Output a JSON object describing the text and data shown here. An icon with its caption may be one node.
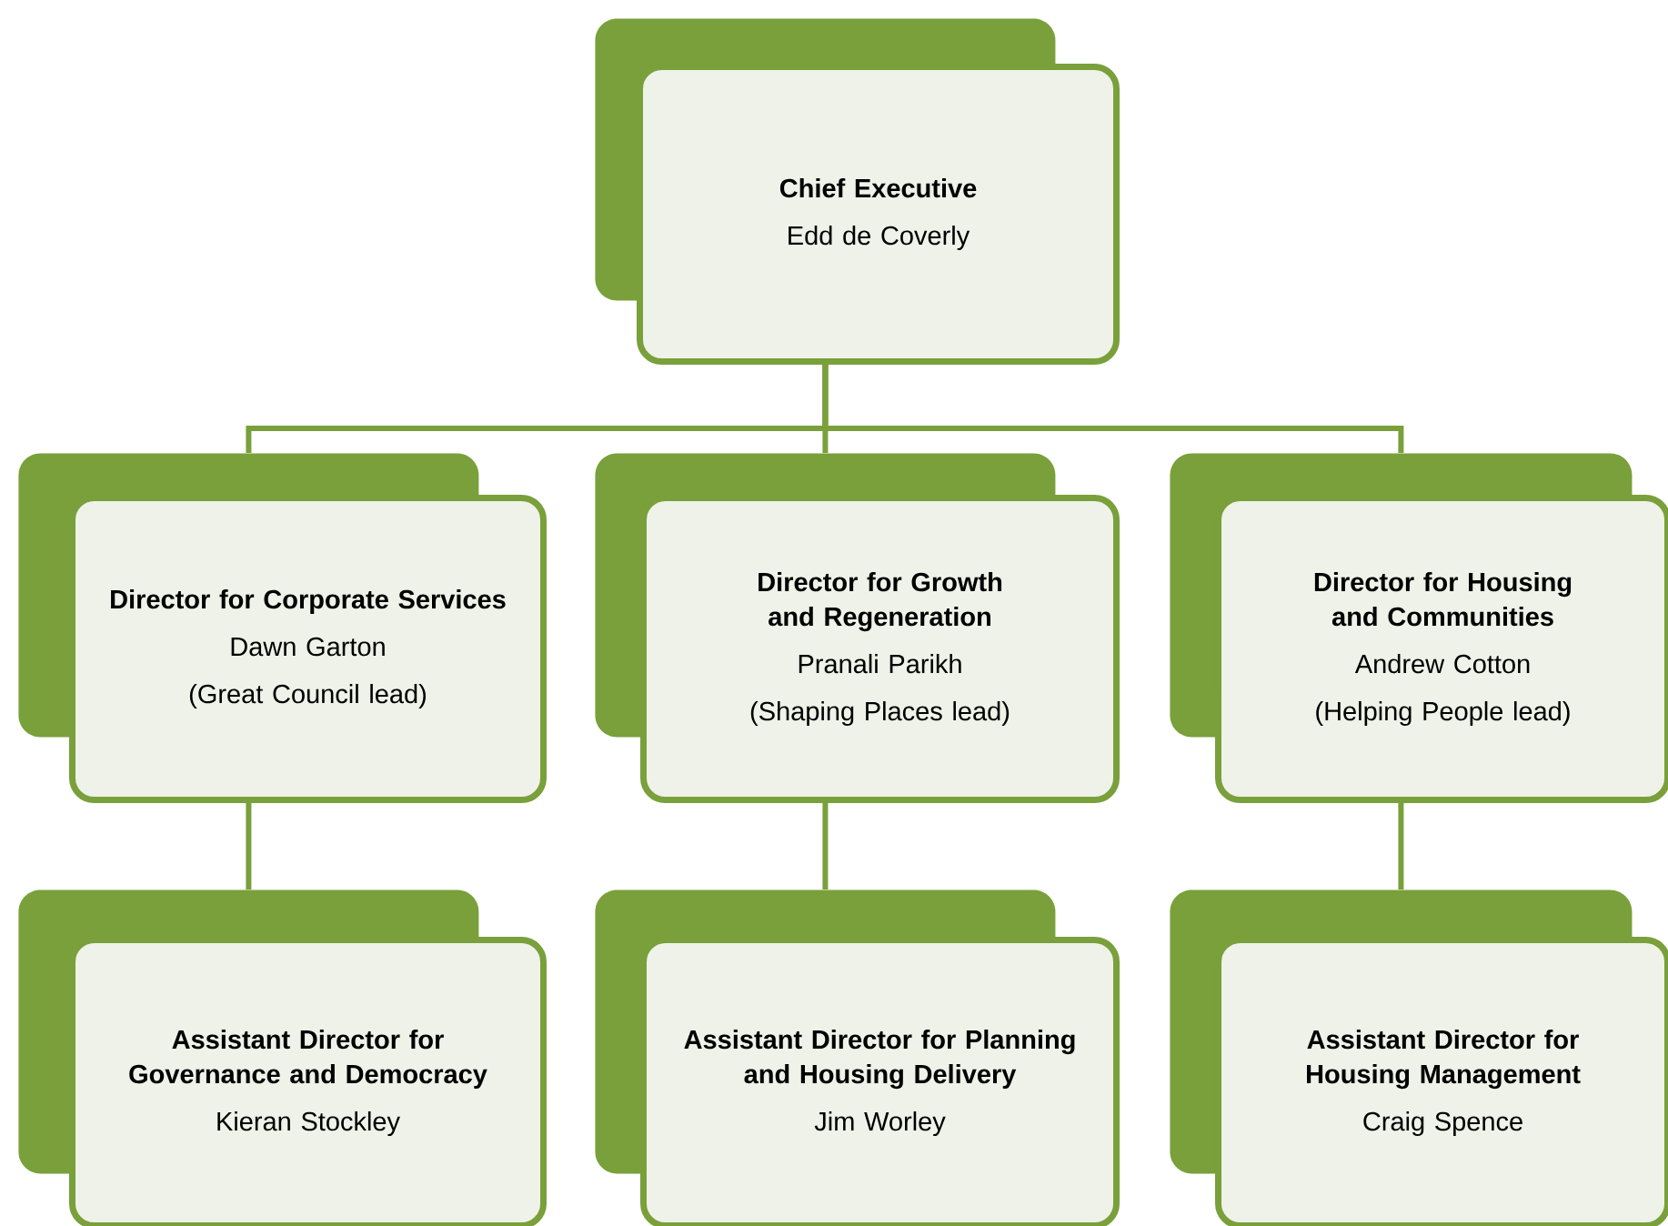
{
  "diagram": {
    "nodes": [
      {
        "text": [
          "Chief Executive",
          "Edd de Coverly"
        ]
      },
      {
        "text": [
          "Director for Corporate Services",
          "Dawn Garton",
          "(Great Council lead)"
        ]
      },
      {
        "text": [
          "Director for Growth and Regeneration",
          "Pranali Parikh",
          "(Shaping Places lead)"
        ]
      },
      {
        "text": [
          "Director for Housing and Communities",
          "Andrew Cotton",
          "(Helping People lead)"
        ]
      },
      {
        "text": [
          "Assistant Director for Governance and Democracy",
          "Kieran Stockley"
        ]
      },
      {
        "text": [
          "Assistant Director for Planning and Housing Delivery",
          "Jim Worley"
        ]
      },
      {
        "text": [
          "Assistant Director for Housing Management",
          "Craig Spence"
        ]
      }
    ],
    "edges": [
      {
        "from": 0,
        "to": 1,
        "arrow": "none"
      },
      {
        "from": 0,
        "to": 2,
        "arrow": "none"
      },
      {
        "from": 0,
        "to": 3,
        "arrow": "none"
      },
      {
        "from": 1,
        "to": 4,
        "arrow": "none"
      },
      {
        "from": 2,
        "to": 5,
        "arrow": "none"
      },
      {
        "from": 3,
        "to": 6,
        "arrow": "none"
      }
    ]
  }
}
